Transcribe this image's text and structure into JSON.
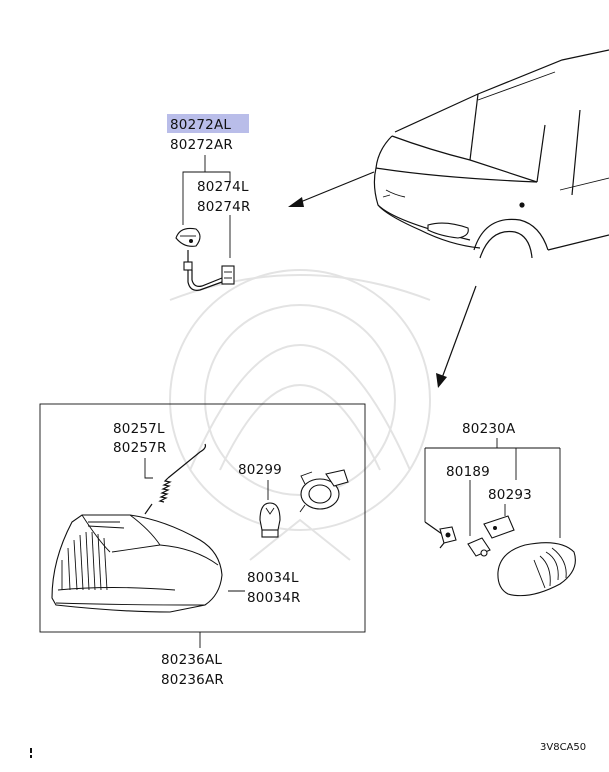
{
  "diagram": {
    "highlight_color": "#b9bde9",
    "highlighted_part": "80272AL",
    "labels": {
      "p80272AL": "80272AL",
      "p80272AR": "80272AR",
      "p80274L": "80274L",
      "p80274R": "80274R",
      "p80257L": "80257L",
      "p80257R": "80257R",
      "p80299": "80299",
      "p80034L": "80034L",
      "p80034R": "80034R",
      "p80236AL": "80236AL",
      "p80236AR": "80236AR",
      "p80230A": "80230A",
      "p80189": "80189",
      "p80293": "80293"
    },
    "diagram_code": "3V8CA50"
  }
}
